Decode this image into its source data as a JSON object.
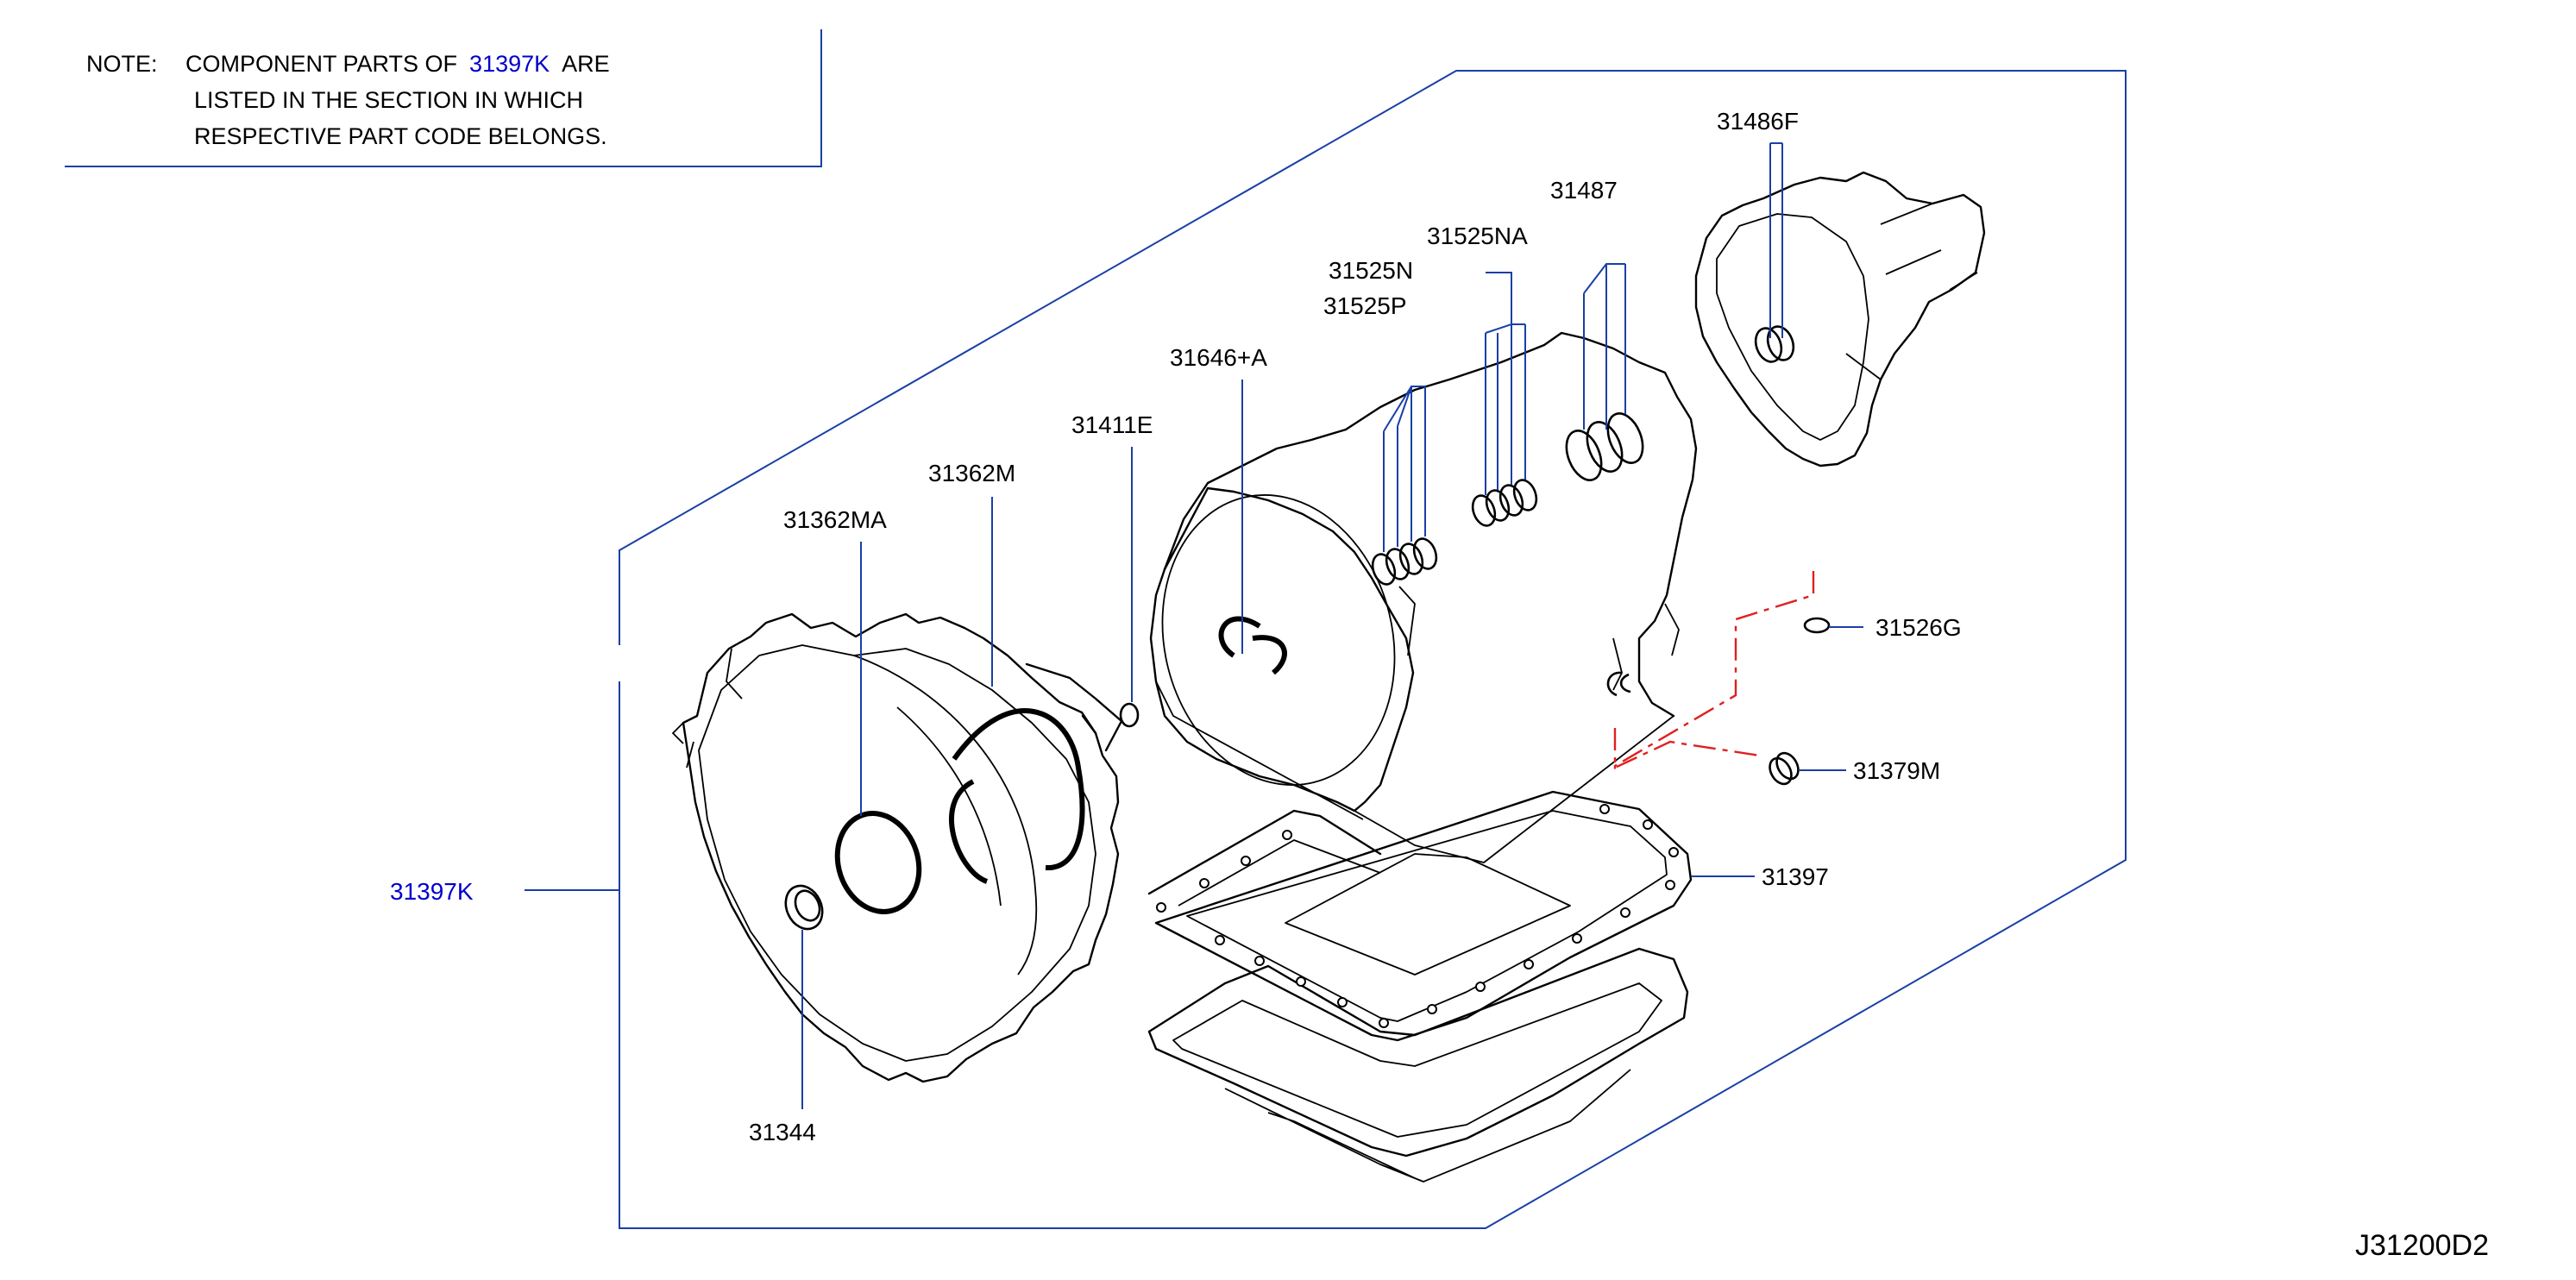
{
  "note": {
    "prefix": "NOTE:",
    "line1_before": "COMPONENT PARTS OF",
    "line1_link": "31397K",
    "line1_after": "ARE",
    "line2": "LISTED IN THE SECTION IN WHICH",
    "line3": "RESPECTIVE PART CODE BELONGS."
  },
  "callouts": {
    "c31486F": "31486F",
    "c31487": "31487",
    "c31525NA": "31525NA",
    "c31525N": "31525N",
    "c31525P": "31525P",
    "c31646A": "31646+A",
    "c31411E": "31411E",
    "c31362M": "31362M",
    "c31362MA": "31362MA",
    "c31397K": "31397K",
    "c31344": "31344",
    "c31379M": "31379M",
    "c31397": "31397",
    "c31526G": "31526G"
  },
  "diagram_code": "J31200D2",
  "colors": {
    "link": "#0000cc",
    "leader": "#1a3fa6",
    "reference": "#e02020",
    "ink": "#000000"
  }
}
